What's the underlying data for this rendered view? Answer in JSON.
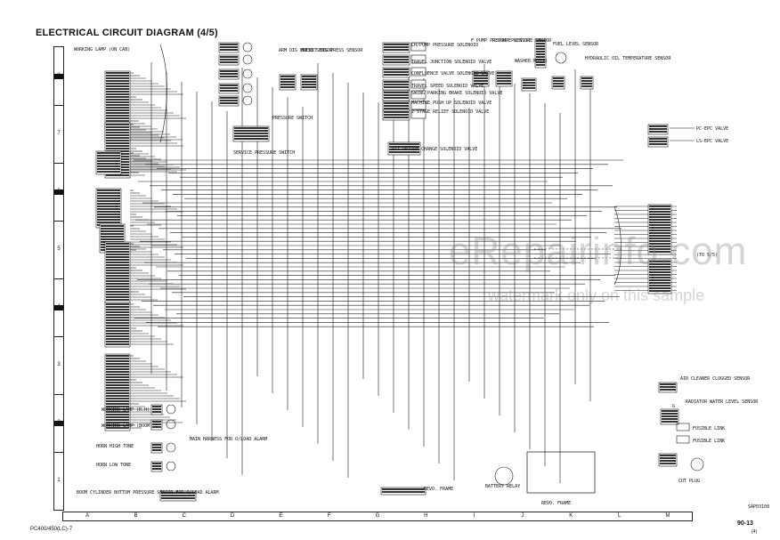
{
  "title": "ELECTRICAL CIRCUIT DIAGRAM (4/5)",
  "footer": {
    "model": "PC400/450(LC)-7",
    "page": "90-13",
    "sub": "(4)",
    "ref": "SAP03108"
  },
  "watermark": {
    "line1": "eRepairinfo.com",
    "line2": "watermark only on this sample"
  },
  "ruler": {
    "columns": [
      "A",
      "B",
      "C",
      "D",
      "E",
      "F",
      "G",
      "H",
      "I",
      "J",
      "K",
      "L",
      "M"
    ],
    "rows": [
      "8",
      "7",
      "6",
      "5",
      "4",
      "3",
      "2",
      "1"
    ]
  },
  "components": {
    "working_lamp_cab": "WORKING LAMP (ON CAB)",
    "service_switch": "SERVICE PRESSURE SWITCH",
    "arm_dig_sensor": "ARM DIG PRESS SENSOR",
    "bucket_dig_sensor": "BUCKET DIG PRESS SENSOR",
    "pressure_switch": "PRESSURE SWITCH",
    "lh_pump": "LH/PUMP PRESSURE SOLENOID",
    "travel_junction": "TRAVEL JUNCTION SOLENOID VALVE",
    "confluence_valve": "CONFLUENCE VALVE SOLENOID VALVE",
    "travel_speed": "TRAVEL SPEED SOLENOID VALVE",
    "swing_brake": "SWING PARKING BRAKE SOLENOID VALVE",
    "machine_push_up": "MACHINE PUSH UP SOLENOID VALVE",
    "two_stage_relief": "2 STAGE RELIEF SOLENOID VALVE",
    "att_return": "ATT RETURN CHANGE SOLENOID VALVE",
    "f_pump": "F PUMP PRESSURE SENSOR",
    "r_pump": "R PUMP PRESSURE SENSOR",
    "washer_motor": "WASHER MOTOR",
    "fuel_level": "FUEL LEVEL SENSOR",
    "hyd_oil_temp": "HYDRAULIC OIL TEMPERATURE SENSOR",
    "pc_epc": "PC-EPC VALVE",
    "ls_epc": "LS-EPC VALVE",
    "air_cleaner": "AIR CLEANER CLOGGED SENSOR",
    "radiator_water": "RADIATOR WATER LEVEL SENSOR",
    "fusible_link_1": "FUSIBLE LINK",
    "fusible_link_2": "FUSIBLE LINK",
    "battery_relay": "BATTERY RELAY",
    "revo_frame_1": "REVO. FRAME",
    "revo_frame_2": "REVO. FRAME",
    "working_lamp_boom1": "WORKING LAMP (R.H)",
    "working_lamp_boom2": "WORKING LAMP (BOOM)",
    "horn_high": "HORN HIGH TONE",
    "horn_low": "HORN LOW TONE",
    "main_harness": "MAIN HARNESS FOR O/LOAD ALARM",
    "boom_cylinder": "BOOM CYLINDER BOTTOM PRESSURE SENSOR FOR O/LOAD ALARM",
    "to_sheet": "(TO 5/5)",
    "cut_plug": "CUT PLUG",
    "ground": "G"
  }
}
